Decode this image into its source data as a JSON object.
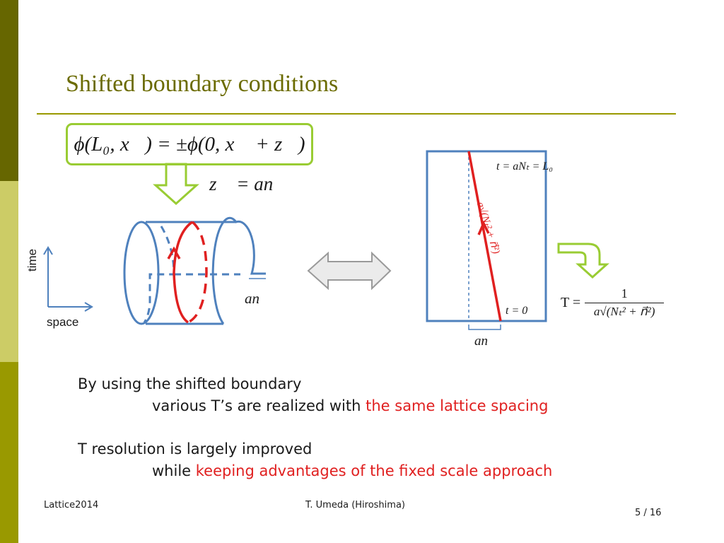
{
  "slide": {
    "title": "Shifted boundary conditions"
  },
  "equations": {
    "boundary": "ϕ(L₀, x⃗) = ±ϕ(0, x⃗ + z⃗)",
    "z_def": "z⃗ = an⃗",
    "an_left": "an⃗",
    "an_right": "an⃗",
    "t_top": "t = aNₜ = L₀",
    "t_zero": "t = 0",
    "diagonal": "a√(Nₜ² + n⃗²)",
    "T_lhs": "T =",
    "T_num": "1",
    "T_den": "a√(Nₜ² + n⃗²)"
  },
  "axes": {
    "time": "time",
    "space": "space"
  },
  "body": {
    "line1": "By using the shifted boundary",
    "line2_pre": "various T’s are realized with ",
    "line2_red": "the same lattice spacing",
    "line3": "T resolution is largely improved",
    "line4_pre": "while ",
    "line4_red": "keeping advantages of the fixed scale approach"
  },
  "footer": {
    "left": "Lattice2014",
    "center": "T. Umeda (Hiroshima)",
    "page": "5 / 16"
  },
  "colors": {
    "sidebar_dark": "#666600",
    "sidebar_light": "#cccc66",
    "sidebar_mid": "#999900",
    "title": "#6b6b00",
    "accent_green": "#99cc33",
    "diagram_blue": "#4f81bd",
    "highlight_red": "#e02020"
  }
}
